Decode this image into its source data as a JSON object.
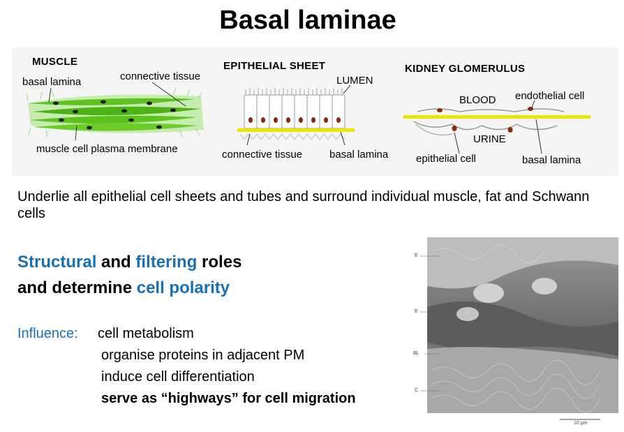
{
  "title": "Basal laminae",
  "diagram": {
    "muscle": {
      "heading": "MUSCLE",
      "basal_lamina": "basal lamina",
      "connective_tissue": "connective tissue",
      "membrane": "muscle cell plasma membrane"
    },
    "epithelial": {
      "heading": "EPITHELIAL SHEET",
      "lumen": "LUMEN",
      "connective_tissue": "connective tissue",
      "basal_lamina": "basal lamina"
    },
    "kidney": {
      "heading": "KIDNEY GLOMERULUS",
      "blood": "BLOOD",
      "endothelial": "endothelial cell",
      "urine": "URINE",
      "epithelial_cell": "epithelial cell",
      "basal_lamina": "basal lamina"
    }
  },
  "intro": "Underlie all epithelial cell sheets and tubes and surround individual muscle, fat and Schwann cells",
  "roles": {
    "w1": "Structural",
    "w2": "and",
    "w3": "filtering",
    "w4": "roles",
    "w5": "and determine",
    "w6": "cell polarity"
  },
  "influence": {
    "label": "Influence:",
    "items": [
      "cell metabolism",
      "organise proteins in adjacent PM",
      "induce cell differentiation",
      "serve as “highways” for cell migration"
    ]
  },
  "micrograph": {
    "labels": [
      "E",
      "E",
      "BL",
      "C"
    ],
    "scale": "10 µm"
  },
  "colors": {
    "accent_blue": "#1a70b4",
    "lamina_yellow": "#e8e800",
    "muscle_green": "#5fc31f",
    "nucleus": "#8a2a10"
  }
}
